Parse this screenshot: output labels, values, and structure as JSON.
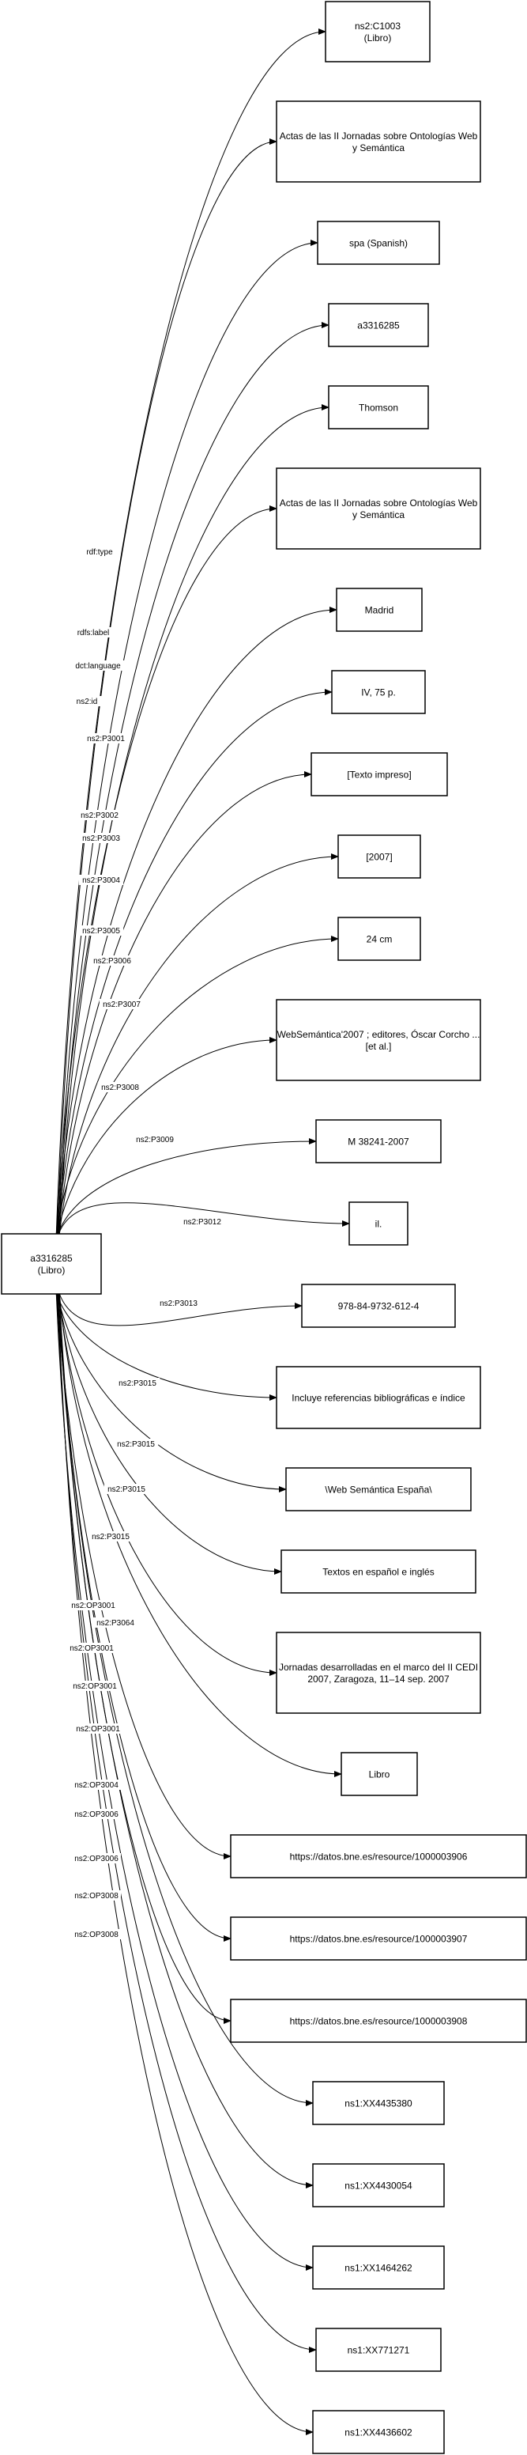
{
  "source": {
    "lines": [
      "a3316285",
      "(Libro)"
    ]
  },
  "targets": [
    {
      "lines": [
        "ns2:C1003",
        "(Libro)"
      ]
    },
    {
      "lines": [
        "Actas de las II Jornadas sobre Ontologías Web",
        "y Semántica"
      ]
    },
    {
      "lines": [
        "spa (Spanish)"
      ]
    },
    {
      "lines": [
        "a3316285"
      ]
    },
    {
      "lines": [
        "Thomson"
      ]
    },
    {
      "lines": [
        "Actas de las II Jornadas sobre Ontologías Web",
        "y Semántica"
      ]
    },
    {
      "lines": [
        "Madrid"
      ]
    },
    {
      "lines": [
        "IV, 75 p."
      ]
    },
    {
      "lines": [
        "[Texto impreso]"
      ]
    },
    {
      "lines": [
        "[2007]"
      ]
    },
    {
      "lines": [
        "24 cm"
      ]
    },
    {
      "lines": [
        "WebSemántica'2007 ; editores, Óscar Corcho ...",
        "[et al.]"
      ]
    },
    {
      "lines": [
        "M 38241-2007"
      ]
    },
    {
      "lines": [
        "il."
      ]
    },
    {
      "lines": [
        "978-84-9732-612-4"
      ]
    },
    {
      "lines": [
        "Incluye referencias bibliográficas e índice"
      ]
    },
    {
      "lines": [
        "\\Web Semántica España\\"
      ]
    },
    {
      "lines": [
        "Textos en español e inglés"
      ]
    },
    {
      "lines": [
        "Jornadas desarrolladas en el marco del II CEDI",
        "2007, Zaragoza, 11–14 sep. 2007"
      ]
    },
    {
      "lines": [
        "Libro"
      ]
    },
    {
      "lines": [
        "https://datos.bne.es/resource/1000003906"
      ]
    },
    {
      "lines": [
        "https://datos.bne.es/resource/1000003907"
      ]
    },
    {
      "lines": [
        "https://datos.bne.es/resource/1000003908"
      ]
    },
    {
      "lines": [
        "ns1:XX4435380"
      ]
    },
    {
      "lines": [
        "ns1:XX4430054"
      ]
    },
    {
      "lines": [
        "ns1:XX1464262"
      ]
    },
    {
      "lines": [
        "ns1:XX771271"
      ]
    },
    {
      "lines": [
        "ns1:XX4436602"
      ]
    }
  ],
  "edge_labels": [
    "rdf:type",
    "rdfs:label",
    "dct:language",
    "ns2:id",
    "ns2:P3001",
    "ns2:P3002",
    "ns2:P3003",
    "ns2:P3004",
    "ns2:P3005",
    "ns2:P3006",
    "ns2:P3007",
    "ns2:P3008",
    "ns2:P3009",
    "ns2:P3012",
    "ns2:P3013",
    "ns2:P3015",
    "ns2:P3015",
    "ns2:P3015",
    "ns2:P3015",
    "ns2:P3064",
    "ns2:OP3001",
    "ns2:OP3001",
    "ns2:OP3001",
    "ns2:OP3001",
    "ns2:OP3004",
    "ns2:OP3006",
    "ns2:OP3006",
    "ns2:OP3008",
    "ns2:OP3008"
  ]
}
